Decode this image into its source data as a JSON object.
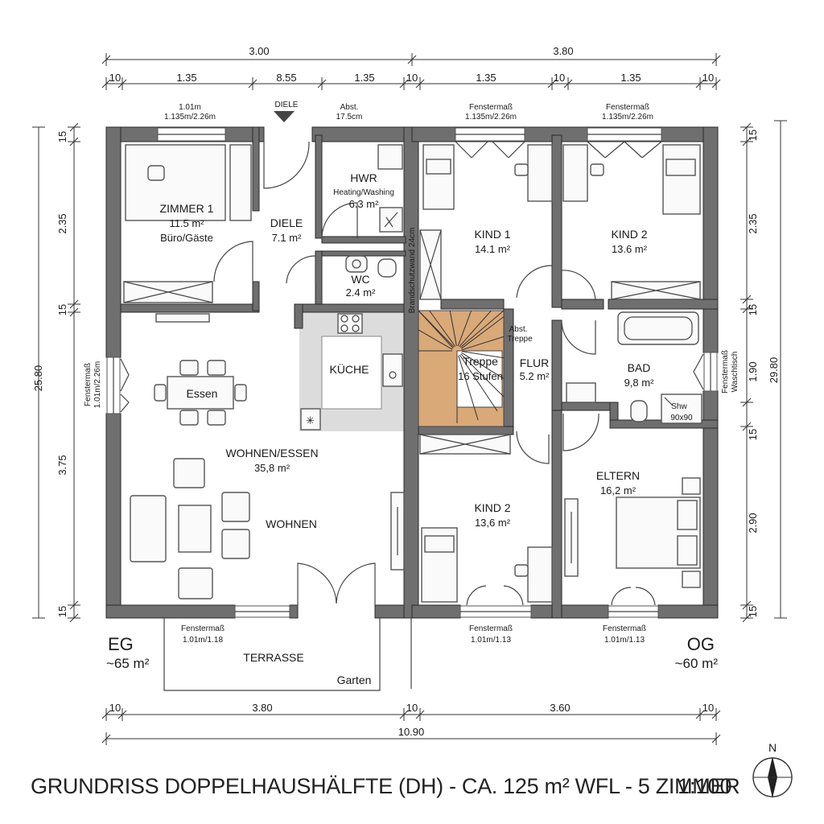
{
  "title": "GRUNDRISS DOPPELHAUSHÄLFTE (DH) - CA. 125 m² WFL - 5 ZIMMER",
  "scale": "1:100",
  "north": "N",
  "floors": {
    "eg": {
      "name": "EG",
      "area": "~65 m²"
    },
    "og": {
      "name": "OG",
      "area": "~60 m²"
    }
  },
  "dimensions": {
    "top_outer": [
      "3.00",
      "3.80"
    ],
    "top_inner": [
      "10",
      "1.35",
      "8.55",
      "1.35",
      "10",
      "1.35",
      "10",
      "1.35",
      "10"
    ],
    "left_total": "25.80",
    "left_parts": [
      "15",
      "2.35",
      "15",
      "3.75",
      "15"
    ],
    "right_total": "29.80",
    "right_parts": [
      "15",
      "2.35",
      "15",
      "1.90",
      "15",
      "2.90",
      "15"
    ],
    "bottom_inner": [
      "10",
      "3.80",
      "10",
      "3.60",
      "10"
    ],
    "bottom_total": "10.90"
  },
  "rooms": {
    "zimmer1": {
      "name": "ZIMMER 1",
      "area": "11.5 m²",
      "use": "Büro/Gäste"
    },
    "diele": {
      "name": "DIELE",
      "area": "7.1 m²"
    },
    "hwr": {
      "name": "HWR",
      "sub": "Heating/Washing",
      "area": "6.3 m²"
    },
    "wc": {
      "name": "WC",
      "area": "2.4 m²"
    },
    "kueche": {
      "name": "KÜCHE"
    },
    "essen": {
      "name": "Essen"
    },
    "wohnen_essen": {
      "name": "WOHNEN/ESSEN",
      "area": "35,8 m²"
    },
    "wohnen": {
      "name": "WOHNEN"
    },
    "kind1": {
      "name": "KIND 1",
      "area": "14.1 m²"
    },
    "kind2_top": {
      "name": "KIND 2",
      "area": "13.6 m²"
    },
    "kind2_bottom": {
      "name": "KIND 2",
      "area": "13,6 m²"
    },
    "treppe": {
      "name": "Treppe",
      "sub": "16 Stufen"
    },
    "flur": {
      "name": "FLUR",
      "area": "5.2 m²"
    },
    "bad": {
      "name": "BAD",
      "area": "9,8 m²"
    },
    "eltern": {
      "name": "ELTERN",
      "area": "16,2 m²"
    },
    "terrasse": {
      "name": "TERRASSE"
    },
    "garten": {
      "name": "Garten"
    }
  },
  "annotations": {
    "diele_top": "DIELE",
    "win_z1_a": "1.01m",
    "win_z1_b": "1.135m/2.26m",
    "abst_top_a": "Abst.",
    "abst_top_b": "17.5cm",
    "win_k1_a": "Fenstermaß",
    "win_k1_b": "1.135m/2.26m",
    "win_k2_a": "Fenstermaß",
    "win_k2_b": "1.135m/2.26m",
    "firewall": "Brandschutzwand 24cm",
    "abst_treppe_a": "Abst.",
    "abst_treppe_b": "Treppe",
    "shower_a": "Shw",
    "shower_b": "90x90",
    "left_win_a": "Fenstermaß",
    "left_win_b": "1.01m/2.26m",
    "right_win_a": "Fenstermaß",
    "right_win_b": "Waschtisch",
    "bot_win1_a": "Fenstermaß",
    "bot_win1_b": "1.01m/1.18",
    "bot_win2_a": "Fenstermaß",
    "bot_win2_b": "1.01m/1.13",
    "bot_win3_a": "Fenstermaß",
    "bot_win3_b": "1.01m/1.13"
  }
}
